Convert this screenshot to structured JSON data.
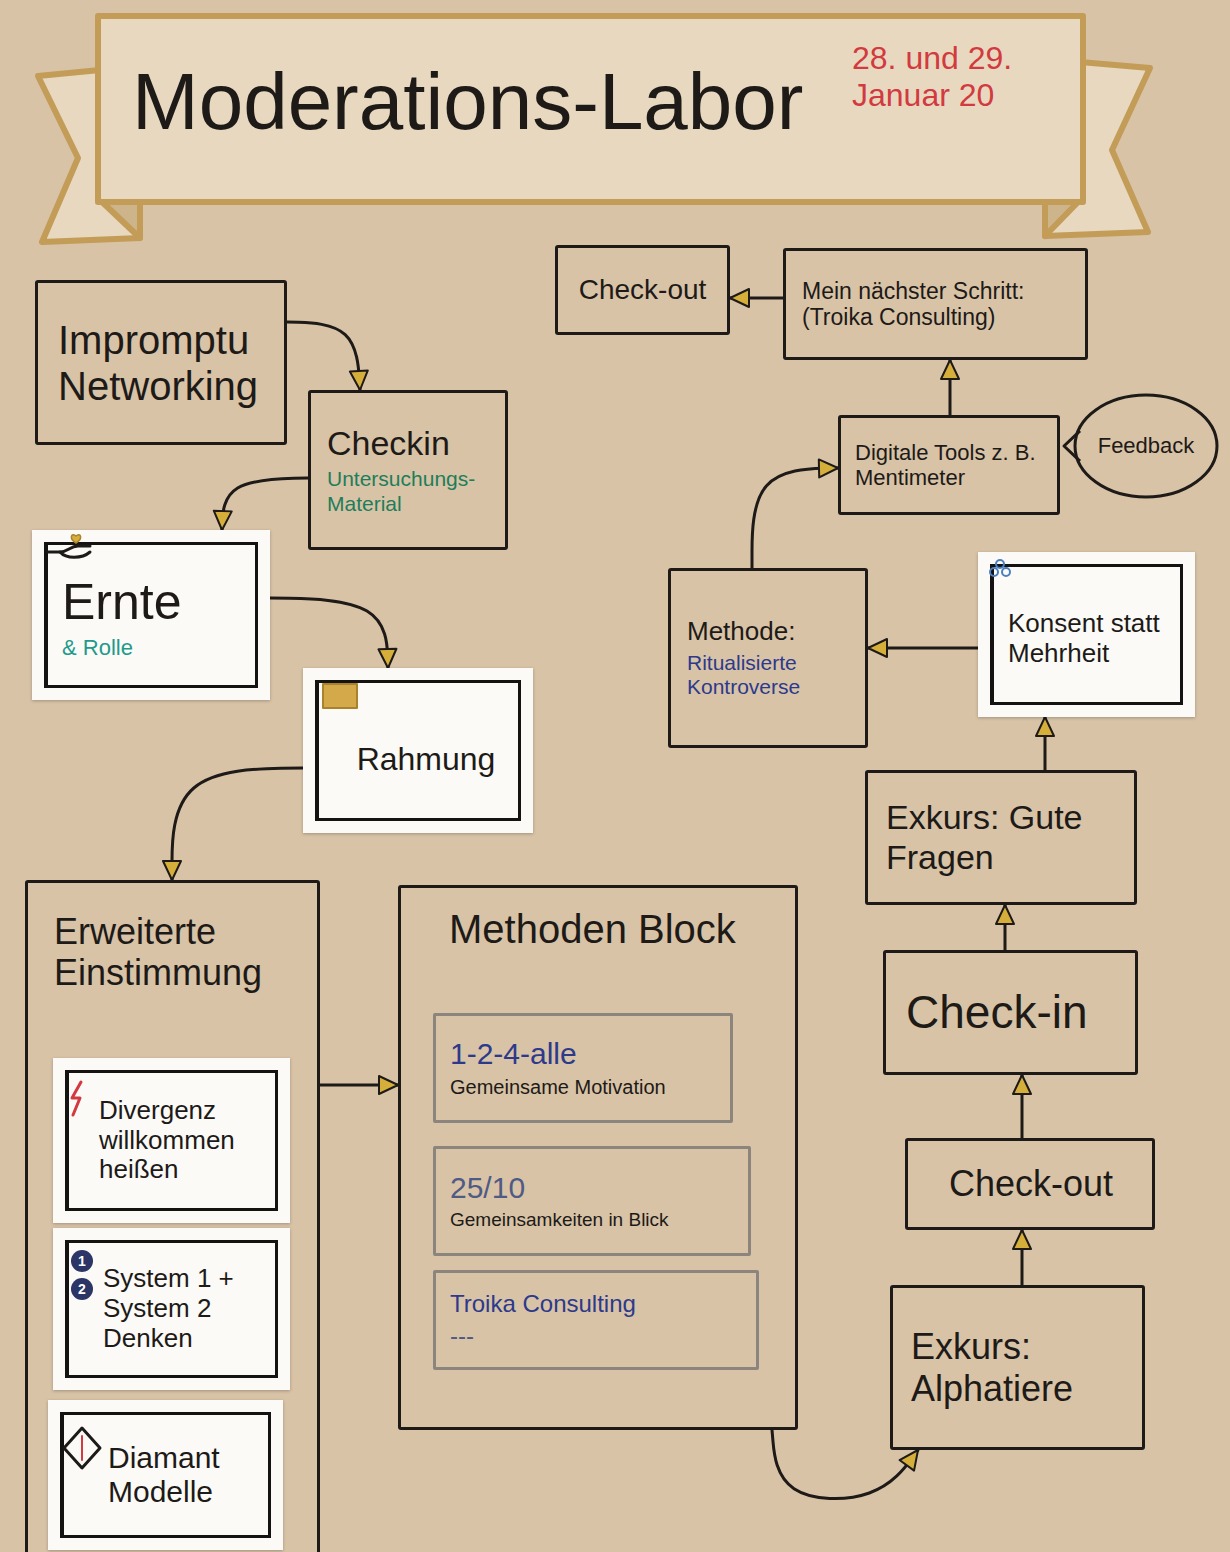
{
  "diagram": {
    "title": "Moderations-Labor",
    "nodes": [
      {
        "text": [
          "Impromptu Networking"
        ]
      },
      {
        "text": [
          "Checkin",
          "Untersuchungs-Material"
        ]
      },
      {
        "text": [
          "Ernte",
          "& Rolle"
        ]
      },
      {
        "text": [
          "Rahmung"
        ]
      },
      {
        "text": [
          "Erweiterte Einstimmung"
        ]
      },
      {
        "text": [
          "Divergenz willkommen heißen"
        ],
        "in": 4
      },
      {
        "text": [
          "System 1 + System 2 Denken"
        ],
        "in": 4
      },
      {
        "text": [
          "Diamant Modelle"
        ],
        "in": 4
      },
      {
        "text": [
          "Methoden Block"
        ]
      },
      {
        "text": [
          "1-2-4-alle",
          "Gemeinsame Motivation"
        ],
        "in": 8
      },
      {
        "text": [
          "25/10",
          "Gemeinsamkeiten in Blick"
        ],
        "in": 8
      },
      {
        "text": [
          "Troika Consulting",
          "---"
        ],
        "in": 8
      },
      {
        "text": [
          "Exkurs: Alphatiere"
        ]
      },
      {
        "text": [
          "Check-out"
        ]
      },
      {
        "text": [
          "Check-in"
        ]
      },
      {
        "text": [
          "Exkurs: Gute Fragen"
        ]
      },
      {
        "text": [
          "Konsent statt Mehrheit"
        ]
      },
      {
        "text": [
          "Methode:",
          "Ritualisierte Kontroverse"
        ]
      },
      {
        "text": [
          "Digitale Tools z. B. Mentimeter"
        ]
      },
      {
        "text": [
          "Feedback"
        ]
      },
      {
        "text": [
          "Mein nächster Schritt: (Troika Consulting)"
        ]
      },
      {
        "text": [
          "Check-out"
        ]
      }
    ],
    "edges": [
      {
        "from": 0,
        "to": 1,
        "arrow": "to"
      },
      {
        "from": 1,
        "to": 2,
        "arrow": "to"
      },
      {
        "from": 2,
        "to": 3,
        "arrow": "to"
      },
      {
        "from": 3,
        "to": 4,
        "arrow": "to"
      },
      {
        "from": 4,
        "to": 8,
        "arrow": "to"
      },
      {
        "from": 8,
        "to": 12,
        "arrow": "to"
      },
      {
        "from": 12,
        "to": 13,
        "arrow": "to"
      },
      {
        "from": 13,
        "to": 14,
        "arrow": "to"
      },
      {
        "from": 14,
        "to": 15,
        "arrow": "to"
      },
      {
        "from": 15,
        "to": 16,
        "arrow": "to"
      },
      {
        "from": 16,
        "to": 17,
        "arrow": "to"
      },
      {
        "from": 17,
        "to": 18,
        "arrow": "to"
      },
      {
        "from": 18,
        "to": 20,
        "arrow": "to"
      },
      {
        "from": 20,
        "to": 21,
        "arrow": "to"
      }
    ],
    "labels": [
      "28. und 29. Januar 20",
      "1",
      "2"
    ]
  }
}
